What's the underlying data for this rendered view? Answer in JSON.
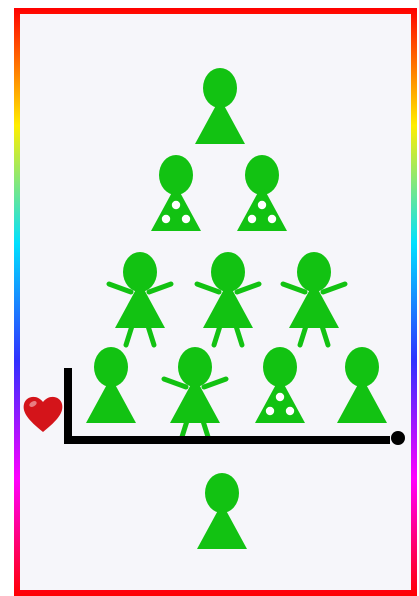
{
  "puzzle": {
    "frame_gradient": [
      "#ff0000",
      "#ffee00",
      "#00e0ff",
      "#3030ff",
      "#ff00ff",
      "#ff0000"
    ],
    "panel_color": "#f6f6fa",
    "figure_color": "#12c212",
    "dot_color": "#ffffff",
    "bar_color": "#000000",
    "heart_color": "#d4141a",
    "rows": [
      {
        "figures": [
          "plain"
        ]
      },
      {
        "figures": [
          "dotted",
          "dotted"
        ]
      },
      {
        "figures": [
          "limbed",
          "limbed",
          "limbed"
        ]
      },
      {
        "figures": [
          "plain",
          "limbed",
          "dotted",
          "plain"
        ]
      },
      {
        "figures": [
          "plain"
        ]
      }
    ],
    "icons": {
      "heart": "heart-icon",
      "marker": "black-dot-marker",
      "bracket": "black-l-bracket"
    }
  }
}
